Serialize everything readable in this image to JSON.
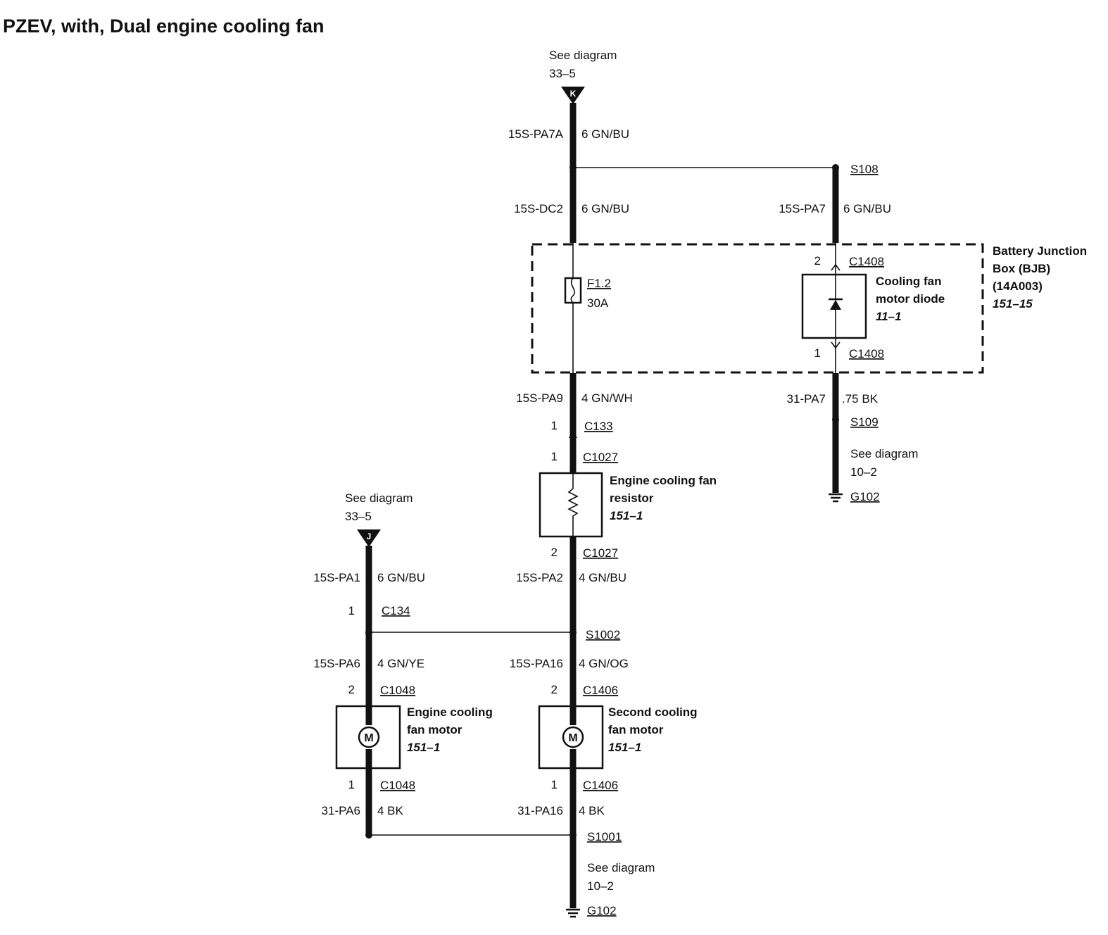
{
  "title": "PZEV, with, Dual engine cooling fan",
  "refs": {
    "top": {
      "line1": "See diagram",
      "line2": "33–5",
      "letter": "K"
    },
    "left": {
      "line1": "See diagram",
      "line2": "33–5",
      "letter": "J"
    },
    "gnd_right": {
      "line1": "See diagram",
      "line2": "10–2",
      "ground": "G102"
    },
    "gnd_bottom": {
      "line1": "See diagram",
      "line2": "10–2",
      "ground": "G102"
    }
  },
  "wires": {
    "w1": {
      "circuit": "15S-PA7A",
      "gauge": "6 GN/BU"
    },
    "w2": {
      "circuit": "15S-DC2",
      "gauge": "6 GN/BU"
    },
    "w3": {
      "circuit": "15S-PA7",
      "gauge": "6 GN/BU"
    },
    "w4": {
      "circuit": "15S-PA9",
      "gauge": "4 GN/WH"
    },
    "w5": {
      "circuit": "31-PA7",
      "gauge": ".75 BK"
    },
    "w6": {
      "circuit": "15S-PA2",
      "gauge": "4 GN/BU"
    },
    "w7": {
      "circuit": "15S-PA1",
      "gauge": "6 GN/BU"
    },
    "w8": {
      "circuit": "15S-PA6",
      "gauge": "4 GN/YE"
    },
    "w9": {
      "circuit": "15S-PA16",
      "gauge": "4 GN/OG"
    },
    "w10": {
      "circuit": "31-PA6",
      "gauge": "4 BK"
    },
    "w11": {
      "circuit": "31-PA16",
      "gauge": "4 BK"
    }
  },
  "splices": {
    "s108": "S108",
    "s109": "S109",
    "s1002": "S1002",
    "s1001": "S1001"
  },
  "connectors": {
    "c1408a": {
      "pin": "2",
      "name": "C1408"
    },
    "c1408b": {
      "pin": "1",
      "name": "C1408"
    },
    "c133": {
      "pin": "1",
      "name": "C133"
    },
    "c1027a": {
      "pin": "1",
      "name": "C1027"
    },
    "c1027b": {
      "pin": "2",
      "name": "C1027"
    },
    "c134": {
      "pin": "1",
      "name": "C134"
    },
    "c1048a": {
      "pin": "2",
      "name": "C1048"
    },
    "c1048b": {
      "pin": "1",
      "name": "C1048"
    },
    "c1406a": {
      "pin": "2",
      "name": "C1406"
    },
    "c1406b": {
      "pin": "1",
      "name": "C1406"
    }
  },
  "fuse": {
    "name": "F1.2",
    "rating": "30A"
  },
  "bjb": {
    "line1": "Battery Junction",
    "line2": "Box (BJB)",
    "line3": "(14A003)",
    "ref": "151–15"
  },
  "diode": {
    "line1": "Cooling fan",
    "line2": "motor diode",
    "ref": "11–1"
  },
  "resistor": {
    "line1": "Engine cooling fan",
    "line2": "resistor",
    "ref": "151–1"
  },
  "motor1": {
    "line1": "Engine cooling",
    "line2": "fan motor",
    "ref": "151–1",
    "symbol": "M"
  },
  "motor2": {
    "line1": "Second cooling",
    "line2": "fan motor",
    "ref": "151–1",
    "symbol": "M"
  }
}
